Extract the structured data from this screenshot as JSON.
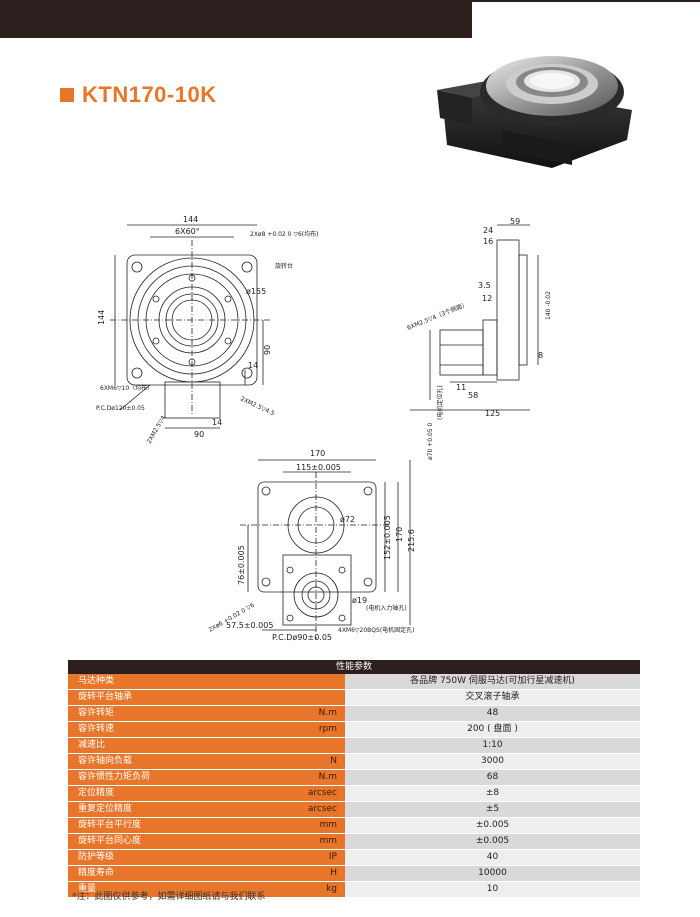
{
  "page": {
    "title": "KTN170-10K",
    "accent_color": "#e8762a",
    "dark_color": "#2b1e1c"
  },
  "drawing_front": {
    "dims": {
      "w144": "144",
      "angle": "6X60°",
      "pin": "2Xø8 +0.02 0 ▽6(均布)",
      "d155": "ø155",
      "h144": "144",
      "d90": "90",
      "d14": "14",
      "thread1": "6XM6▽10（均布）",
      "pcd": "P.C.Dø120±0.05",
      "thread2": "2XM2.5▽4.5",
      "thread3": "2XM2.5▽4",
      "w90": "90",
      "w14": "14",
      "tag": "旋转台"
    }
  },
  "drawing_side": {
    "dims": {
      "d59": "59",
      "d24": "24",
      "d16": "16",
      "d35": "3.5",
      "d12": "12",
      "d140": "140 -0.02",
      "thread": "6XM2.5▽4（3个侧面）",
      "d8": "8",
      "d11": "11",
      "d58": "58",
      "d125": "125",
      "d70": "ø70 +0.05 0",
      "note": "(电机定位孔)"
    }
  },
  "drawing_bottom": {
    "dims": {
      "w170": "170",
      "w115": "115±0.005",
      "d72": "ø72",
      "h152": "152±0.005",
      "h170": "170",
      "h2156": "215.6",
      "h76": "76±0.005",
      "d19": "ø19",
      "d19_note": "(电机入力轴孔)",
      "pin": "2Xø6 +0.02 0 ▽6",
      "d575": "57.5±0.005",
      "pcd": "P.C.Dø90±0.05",
      "thread": "4XM6▽20BQS(电机固定孔)"
    }
  },
  "spec": {
    "header": "性能参数",
    "rows": [
      {
        "name": "马达种类",
        "unit": "",
        "value": "各品牌 750W 伺服马达(可加行星减速机)"
      },
      {
        "name": "旋转平台轴承",
        "unit": "",
        "value": "交叉滚子轴承"
      },
      {
        "name": "容许转矩",
        "unit": "N.m",
        "value": "48"
      },
      {
        "name": "容许转速",
        "unit": "rpm",
        "value": "200 ( 盘面 )"
      },
      {
        "name": "减速比",
        "unit": "",
        "value": "1:10"
      },
      {
        "name": "容许轴向负载",
        "unit": "N",
        "value": "3000"
      },
      {
        "name": "容许惯性力矩负荷",
        "unit": "N.m",
        "value": "68"
      },
      {
        "name": "定位精度",
        "unit": "arcsec",
        "value": "±8"
      },
      {
        "name": "重复定位精度",
        "unit": "arcsec",
        "value": "±5"
      },
      {
        "name": "旋转平台平行度",
        "unit": "mm",
        "value": "±0.005"
      },
      {
        "name": "旋转平台同心度",
        "unit": "mm",
        "value": "±0.005"
      },
      {
        "name": "防护等级",
        "unit": "IP",
        "value": "40"
      },
      {
        "name": "精度寿命",
        "unit": "H",
        "value": "10000"
      },
      {
        "name": "重量",
        "unit": "kg",
        "value": "10"
      }
    ]
  },
  "footer": {
    "note": "*注：此图仅供参考，如需详细图纸请与我们联系"
  }
}
